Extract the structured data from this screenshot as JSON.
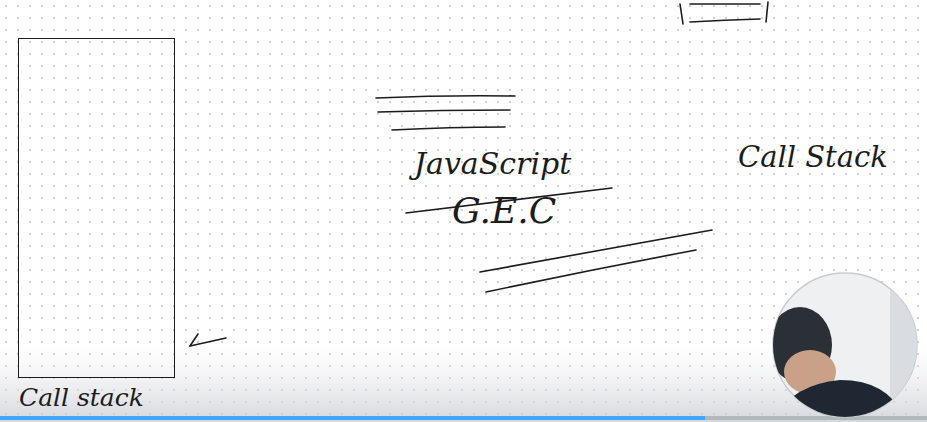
{
  "diagram": {
    "nodes": [
      {
        "text": [
          "Call stack"
        ]
      }
    ],
    "labels": [
      "JavaScript",
      "G.E.C",
      "Call Stack"
    ]
  }
}
